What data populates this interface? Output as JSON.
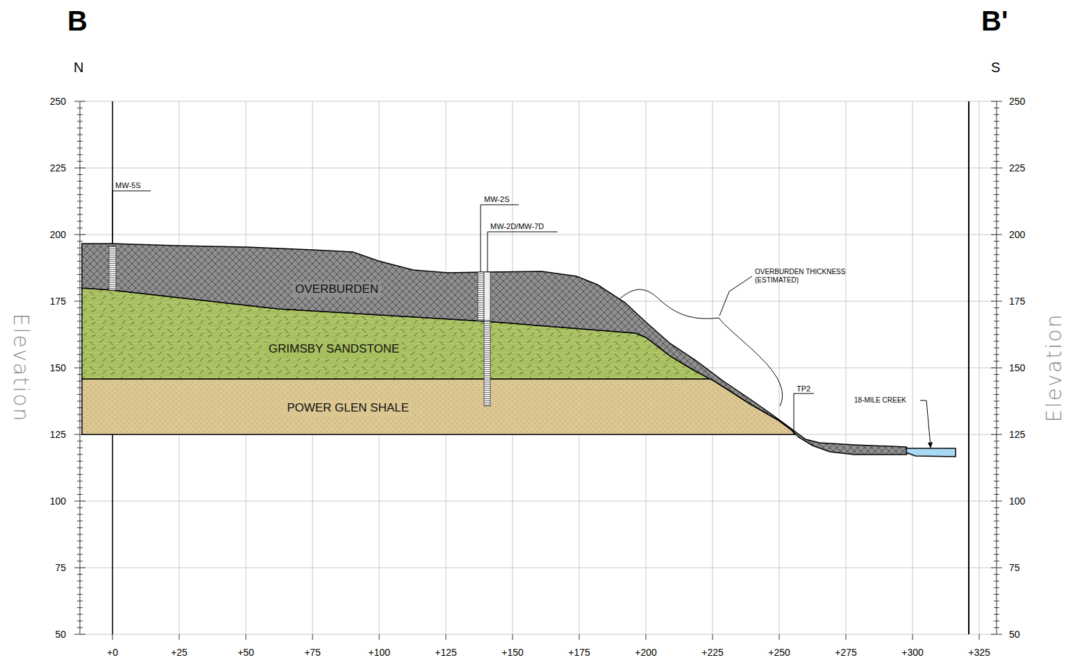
{
  "diagram": {
    "nodes": [
      {
        "text": [
          "OVERBURDEN"
        ]
      },
      {
        "text": [
          "GRIMSBY SANDSTONE"
        ]
      },
      {
        "text": [
          "POWER GLEN SHALE"
        ]
      }
    ],
    "labels": [
      "B",
      "B'",
      "N",
      "S",
      "Elevation",
      "Elevation",
      "250",
      "225",
      "200",
      "175",
      "150",
      "125",
      "100",
      "75",
      "50",
      "250",
      "225",
      "200",
      "175",
      "150",
      "125",
      "100",
      "75",
      "50",
      "+0",
      "+25",
      "+50",
      "+75",
      "+100",
      "+125",
      "+150",
      "+175",
      "+200",
      "+225",
      "+250",
      "+275",
      "+300",
      "+325",
      "MW-5S",
      "MW-2S",
      "MW-2D/MW-7D",
      "OVERBURDEN THICKNESS (ESTIMATED)",
      "TP2",
      "18-MILE CREEK"
    ]
  }
}
